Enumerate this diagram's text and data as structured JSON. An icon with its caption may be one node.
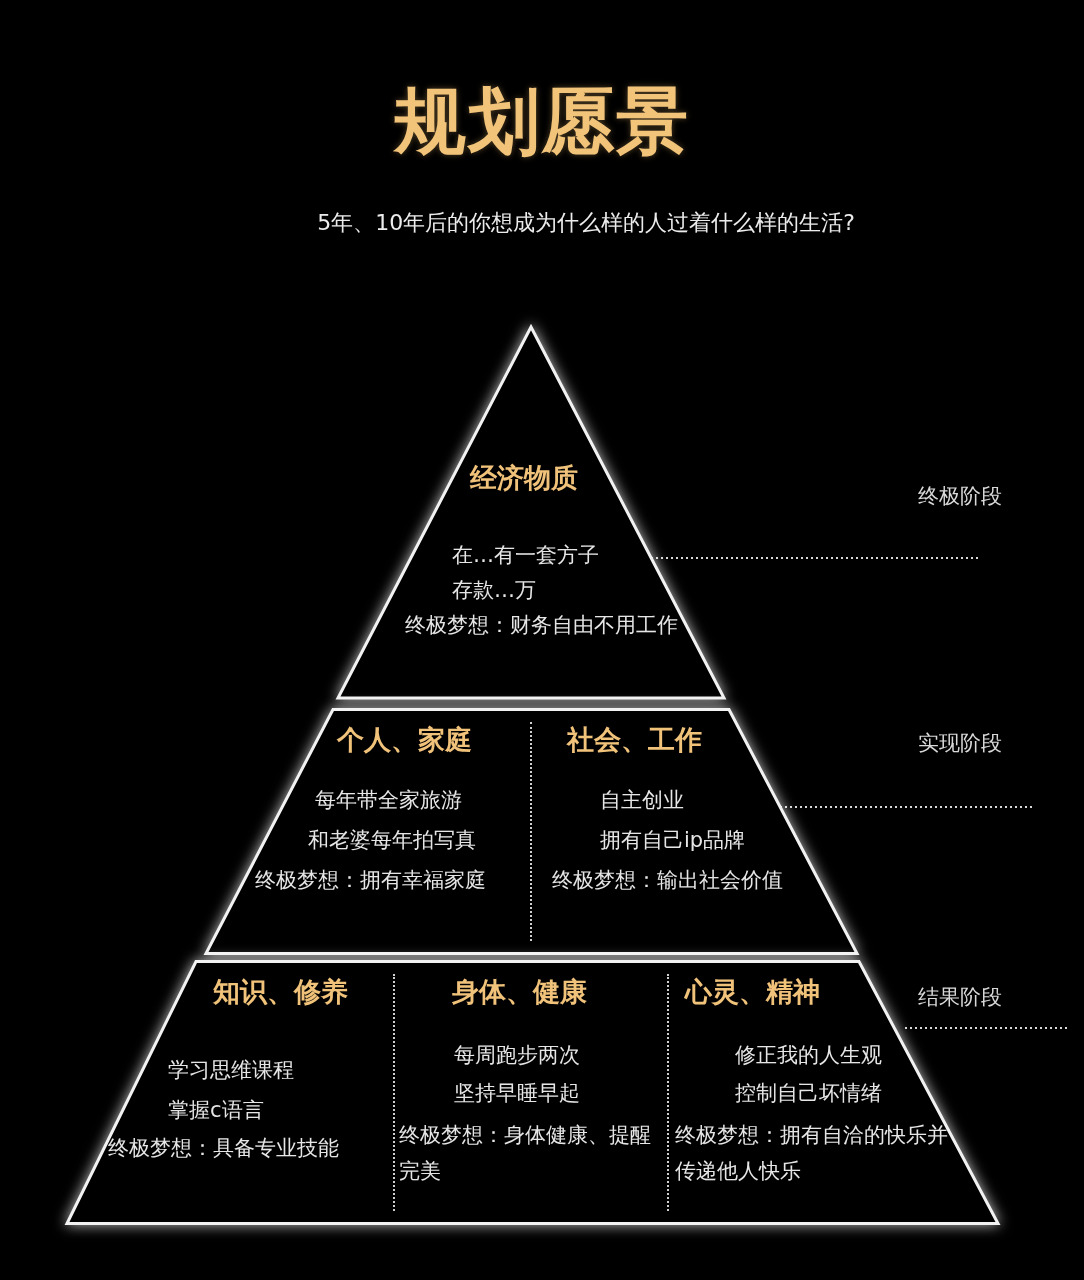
{
  "diagram": {
    "title": "规划愿景",
    "nodes": [
      {
        "text": [
          "经济物质",
          "在…有一套方子",
          "存款…万",
          "终极梦想：财务自由不用工作"
        ]
      },
      {
        "text": [],
        "shape": "trapezoid"
      },
      {
        "text": [
          "个人、家庭",
          "每年带全家旅游",
          "和老婆每年拍写真",
          "终极梦想：拥有幸福家庭"
        ],
        "in": 1
      },
      {
        "text": [
          "社会、工作",
          "自主创业",
          "拥有自己ip品牌",
          "终极梦想：输出社会价值"
        ],
        "in": 1
      },
      {
        "text": [],
        "shape": "trapezoid"
      },
      {
        "text": [
          "知识、修养",
          "学习思维课程",
          "掌握c语言",
          "终极梦想：具备专业技能"
        ],
        "in": 4
      },
      {
        "text": [
          "身体、健康",
          "每周跑步两次",
          "坚持早睡早起",
          "终极梦想：身体健康、提醒完美"
        ],
        "in": 4
      },
      {
        "text": [
          "心灵、精神",
          "修正我的人生观",
          "控制自己坏情绪",
          "终极梦想：拥有自洽的快乐并传递他人快乐"
        ],
        "in": 4
      }
    ],
    "labels": [
      "5年、10年后的你想成为什么样的人过着什么样的生活?",
      "终极阶段",
      "实现阶段",
      "结果阶段"
    ]
  }
}
